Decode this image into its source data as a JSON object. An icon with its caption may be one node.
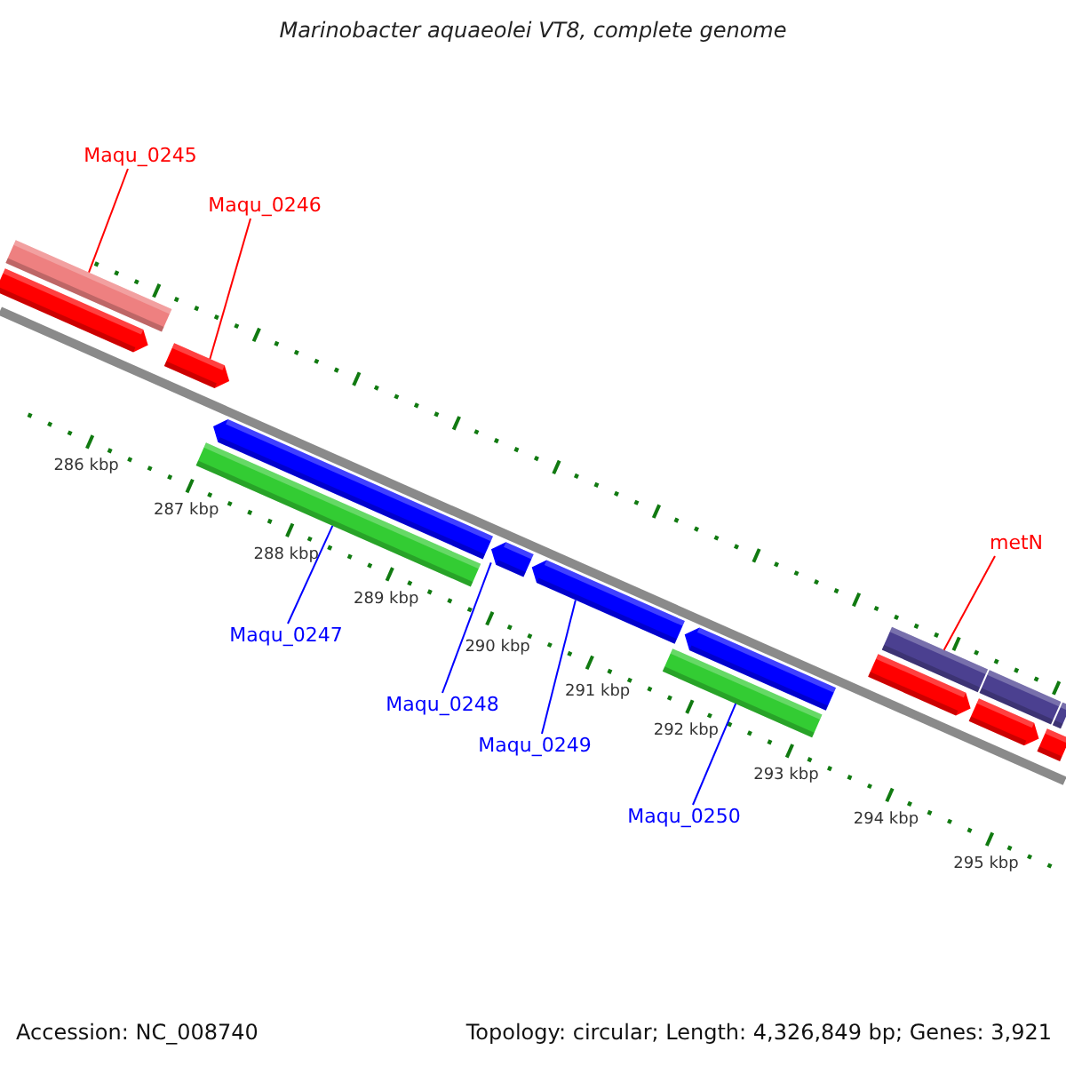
{
  "diagram": {
    "title": "Marinobacter aquaeolei VT8, complete genome",
    "nodes": [
      {
        "text": [
          "Maqu_0245"
        ]
      },
      {
        "text": [
          "Maqu_0246"
        ]
      },
      {
        "text": [
          "Maqu_0247"
        ]
      },
      {
        "text": [
          "Maqu_0248"
        ]
      },
      {
        "text": [
          "Maqu_0249"
        ]
      },
      {
        "text": [
          "Maqu_0250"
        ]
      },
      {
        "text": [
          "metN"
        ]
      },
      {
        "text": [],
        "shape": "bar"
      },
      {
        "text": [],
        "shape": "bar"
      },
      {
        "text": [],
        "shape": "bar"
      },
      {
        "text": [],
        "shape": "bar"
      },
      {
        "text": [],
        "shape": "bar"
      },
      {
        "text": [],
        "shape": "bar"
      },
      {
        "text": [],
        "shape": "bar"
      },
      {
        "text": [],
        "shape": "bar"
      },
      {
        "text": [],
        "shape": "bar"
      },
      {
        "text": [],
        "shape": "bar"
      },
      {
        "text": [],
        "shape": "bar"
      },
      {
        "text": [],
        "shape": "bar"
      },
      {
        "text": [],
        "shape": "bar"
      },
      {
        "text": [],
        "shape": "bar"
      },
      {
        "text": [],
        "shape": "bar"
      }
    ],
    "edges": [
      {
        "from": 0,
        "to": 7,
        "arrow": "none",
        "color": "#ff0000"
      },
      {
        "from": 1,
        "to": 9,
        "arrow": "none",
        "color": "#ff0000"
      },
      {
        "from": 2,
        "to": 11,
        "arrow": "none"
      },
      {
        "from": 3,
        "to": 12,
        "arrow": "none"
      },
      {
        "from": 4,
        "to": 13,
        "arrow": "none"
      },
      {
        "from": 5,
        "to": 14,
        "arrow": "none"
      },
      {
        "from": 6,
        "to": 17,
        "arrow": "none",
        "color": "#ff0000"
      }
    ],
    "labels": [
      "286 kbp",
      "287 kbp",
      "288 kbp",
      "289 kbp",
      "290 kbp",
      "291 kbp",
      "292 kbp",
      "293 kbp",
      "294 kbp",
      "295 kbp",
      "Accession: NC_008740",
      "Topology: circular; Length: 4,326,849 bp; Genes: 3,921"
    ]
  }
}
